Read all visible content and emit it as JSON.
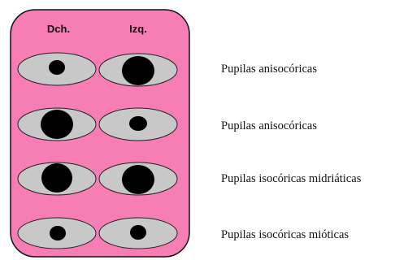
{
  "colors": {
    "panel_fill": "#f67eb4",
    "panel_stroke": "#111111",
    "eye_fill": "#c8c8c8",
    "eye_stroke": "#222222",
    "pupil": "#000000"
  },
  "columns": {
    "right": "Dch.",
    "left": "Izq."
  },
  "rows": [
    {
      "caption": "Pupilas anisocóricas",
      "right_pupil": "small",
      "left_pupil": "large"
    },
    {
      "caption": "Pupilas anisocóricas",
      "right_pupil": "large",
      "left_pupil": "small"
    },
    {
      "caption": "Pupilas isocóricas midriáticas",
      "right_pupil": "large",
      "left_pupil": "large"
    },
    {
      "caption": "Pupilas isocóricas mióticas",
      "right_pupil": "small",
      "left_pupil": "small"
    }
  ]
}
